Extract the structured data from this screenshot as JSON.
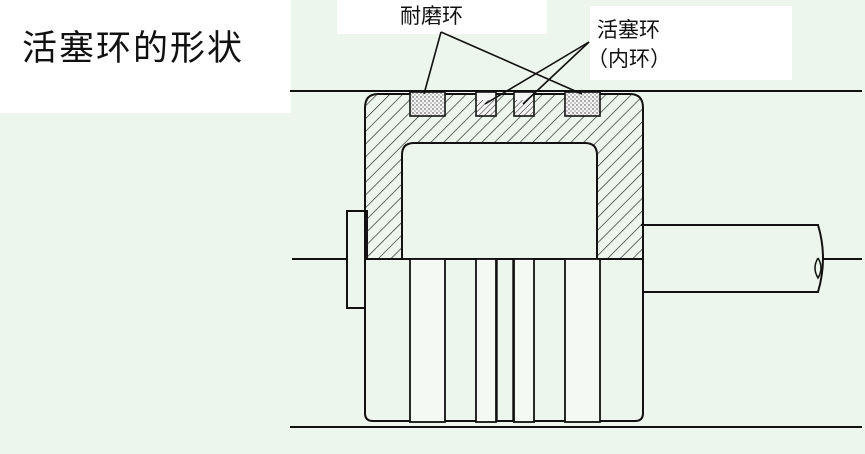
{
  "title": "活塞环的形状",
  "labels": {
    "wear_ring": "耐磨环",
    "piston_ring": "活塞环",
    "inner_ring": "（内环）"
  },
  "colors": {
    "background": "#ecf6ec",
    "panel": "#ffffff",
    "line": "#111111"
  }
}
